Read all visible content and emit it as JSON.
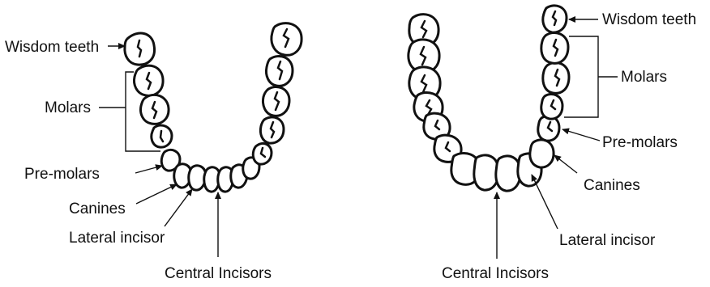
{
  "left_arch": {
    "labels": {
      "wisdom_teeth": "Wisdom teeth",
      "molars": "Molars",
      "pre_molars": "Pre-molars",
      "canines": "Canines",
      "lateral_incisor": "Lateral incisor",
      "central_incisors": "Central Incisors"
    }
  },
  "right_arch": {
    "labels": {
      "wisdom_teeth": "Wisdom teeth",
      "molars": "Molars",
      "pre_molars": "Pre-molars",
      "canines": "Canines",
      "lateral_incisor": "Lateral incisor",
      "central_incisors": "Central Incisors"
    }
  }
}
